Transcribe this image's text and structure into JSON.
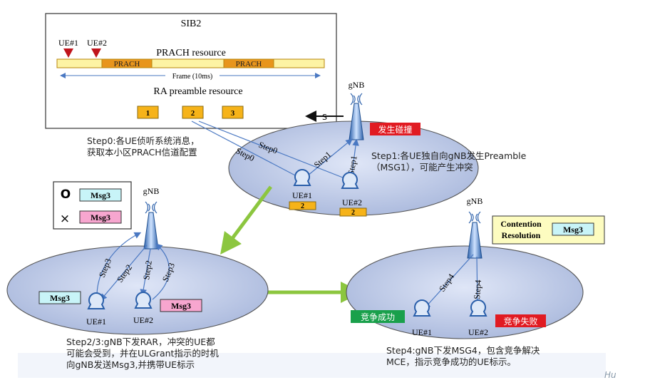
{
  "sib": {
    "title": "SIB2",
    "ue1": "UE#1",
    "ue2": "UE#2",
    "prach_resource": "PRACH resource",
    "prach": "PRACH",
    "frame": "Frame (10ms)",
    "ra_preamble": "RA preamble resource",
    "preambles": [
      "1",
      "2",
      "3"
    ]
  },
  "gnb_label": "gNB",
  "ue1": "UE#1",
  "ue2": "UE#2",
  "collision_badge": "发生碰撞",
  "truncated_arrow_label": "S",
  "step0_label": "Step0",
  "step1_label": "Step1",
  "step2_label": "Step2",
  "step3_label": "Step3",
  "step4_label": "Step4",
  "preamble_chip": "2",
  "legend": {
    "ok_symbol": "O",
    "x_symbol": "×",
    "msg3": "Msg3"
  },
  "msg3": "Msg3",
  "contention": {
    "line1": "Contention",
    "line2": "Resolution",
    "msg3": "Msg3"
  },
  "success_badge": "竞争成功",
  "fail_badge": "竞争失败",
  "captions": {
    "step0": [
      "Step0:各UE侦听系统消息，",
      "获取本小区PRACH信道配置"
    ],
    "step1": [
      "Step1:各UE独自向gNB发生Preamble",
      "（MSG1），可能产生冲突"
    ],
    "step23": [
      "Step2/3:gNB下发RAR，冲突的UE都",
      "可能会受到，并在ULGrant指示的时机",
      "向gNB发送Msg3,并携带UE标示"
    ],
    "step4": [
      "Step4:gNB下发MSG4，包含竞争解决",
      "MCE，指示竞争成功的UE标示。"
    ]
  },
  "corner_mark": "Hu"
}
